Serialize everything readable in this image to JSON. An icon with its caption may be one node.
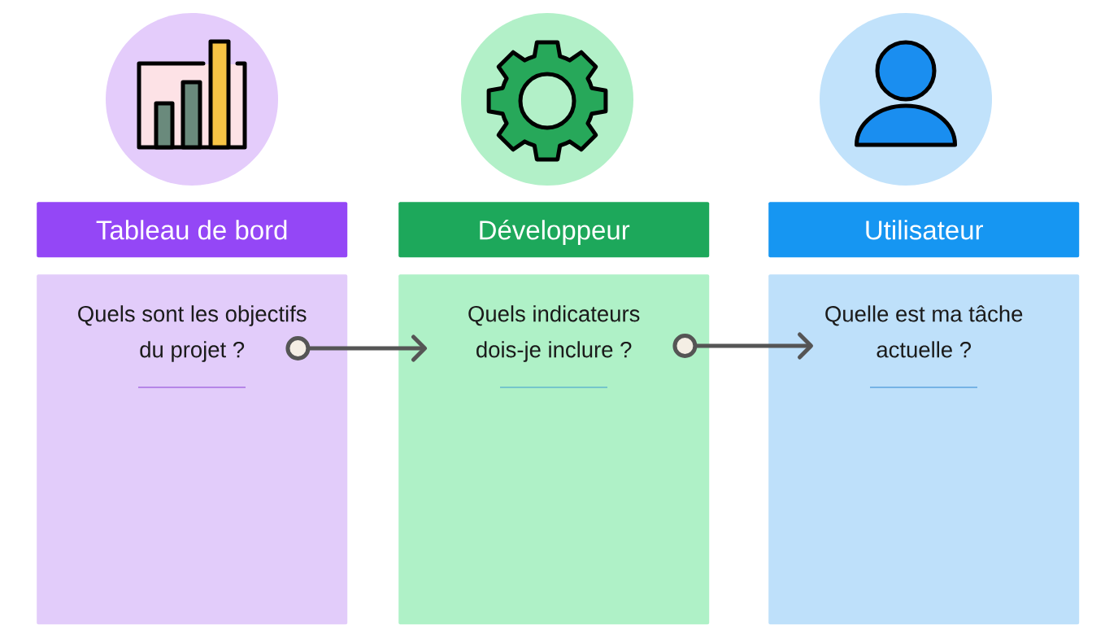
{
  "diagram": {
    "nodes": [
      {
        "text": [],
        "shape": "circle"
      },
      {
        "text": [
          "Tableau de bord"
        ]
      },
      {
        "text": [
          "Quels sont les objectifs du projet ?"
        ]
      },
      {
        "text": [],
        "shape": "circle"
      },
      {
        "text": [
          "Développeur"
        ]
      },
      {
        "text": [
          "Quels indicateurs dois-je inclure ?"
        ]
      },
      {
        "text": [],
        "shape": "circle"
      },
      {
        "text": [
          "Utilisateur"
        ]
      },
      {
        "text": [
          "Quelle est ma tâche actuelle ?"
        ]
      }
    ],
    "edges": [
      {
        "from": 2,
        "to": 5,
        "arrow": "to"
      },
      {
        "from": 5,
        "to": 8,
        "arrow": "to"
      }
    ]
  }
}
